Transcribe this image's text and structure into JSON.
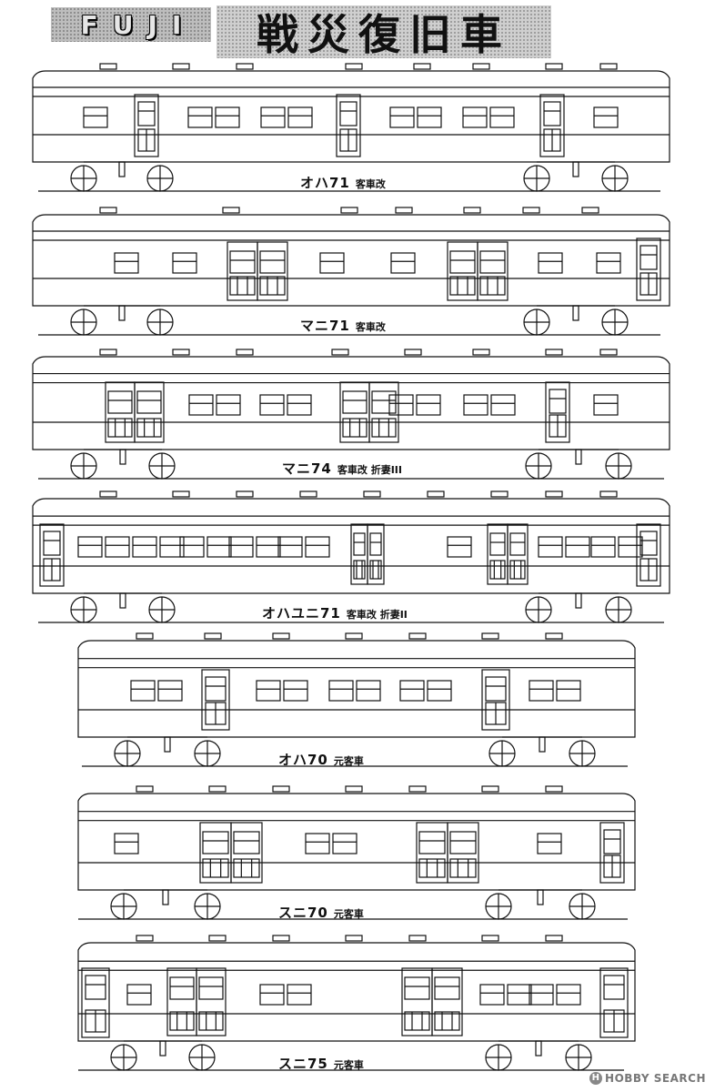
{
  "header": {
    "brand": "FUJI",
    "title": "戦災復旧車"
  },
  "cars": [
    {
      "model": "オハ71",
      "note": "客車改"
    },
    {
      "model": "マニ71",
      "note": "客車改"
    },
    {
      "model": "マニ74",
      "note": "客車改 折妻III"
    },
    {
      "model": "オハユニ71",
      "note": "客車改 折妻II"
    },
    {
      "model": "オハ70",
      "note": "元客車"
    },
    {
      "model": "スニ70",
      "note": "元客車"
    },
    {
      "model": "スニ75",
      "note": "元客車"
    }
  ],
  "watermark": "HOBBY SEARCH"
}
